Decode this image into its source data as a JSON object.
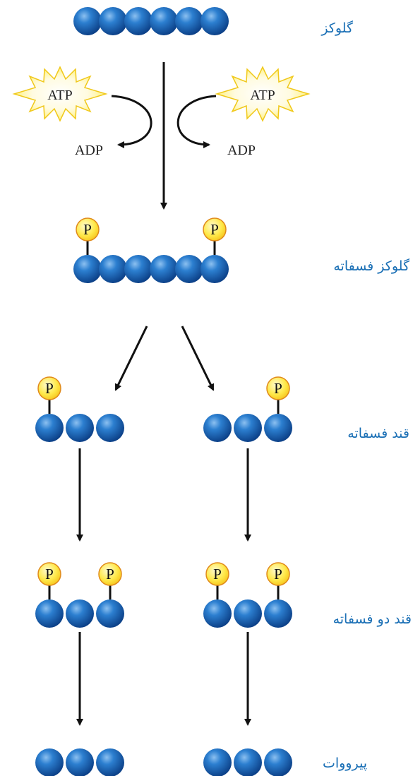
{
  "labels": {
    "glucose": "گلوکز",
    "glucose_phosphate": "گلوکز فسفاته",
    "sugar_phosphate": "قند فسفاته",
    "sugar_diphosphate": "قند دو فسفاته",
    "pyruvate": "پیرووات"
  },
  "energy": {
    "atp": "ATP",
    "adp": "ADP"
  },
  "phosphate": "P",
  "colors": {
    "bead": "#1465b5",
    "bead_highlight": "#7fb4ea",
    "phosphate_fill": "#ffee66",
    "phosphate_stroke": "#e08a1a",
    "label": "#1a6fb5",
    "arrow": "#111111"
  }
}
